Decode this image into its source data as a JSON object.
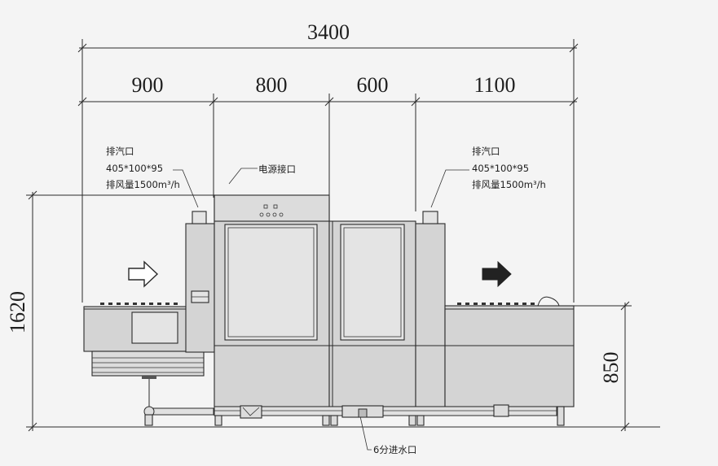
{
  "dimensions": {
    "total_width": "3400",
    "segment_1": "900",
    "segment_2": "800",
    "segment_3": "600",
    "segment_4": "1100",
    "total_height": "1620",
    "table_height": "850"
  },
  "labels": {
    "exhaust_left": {
      "title": "排汽口",
      "size": "405*100*95",
      "airflow": "排风量1500m³/h"
    },
    "exhaust_right": {
      "title": "排汽口",
      "size": "405*100*95",
      "airflow": "排风量1500m³/h"
    },
    "power_inlet": "电源接口",
    "water_inlet": "6分进水口"
  },
  "flow_direction": {
    "inlet_arrow": "outline-right-arrow-icon",
    "outlet_arrow": "solid-right-arrow-icon"
  },
  "colors": {
    "line": "#2a2a2a",
    "machine_fill": "#d4d4d4",
    "background": "#f4f4f4"
  }
}
